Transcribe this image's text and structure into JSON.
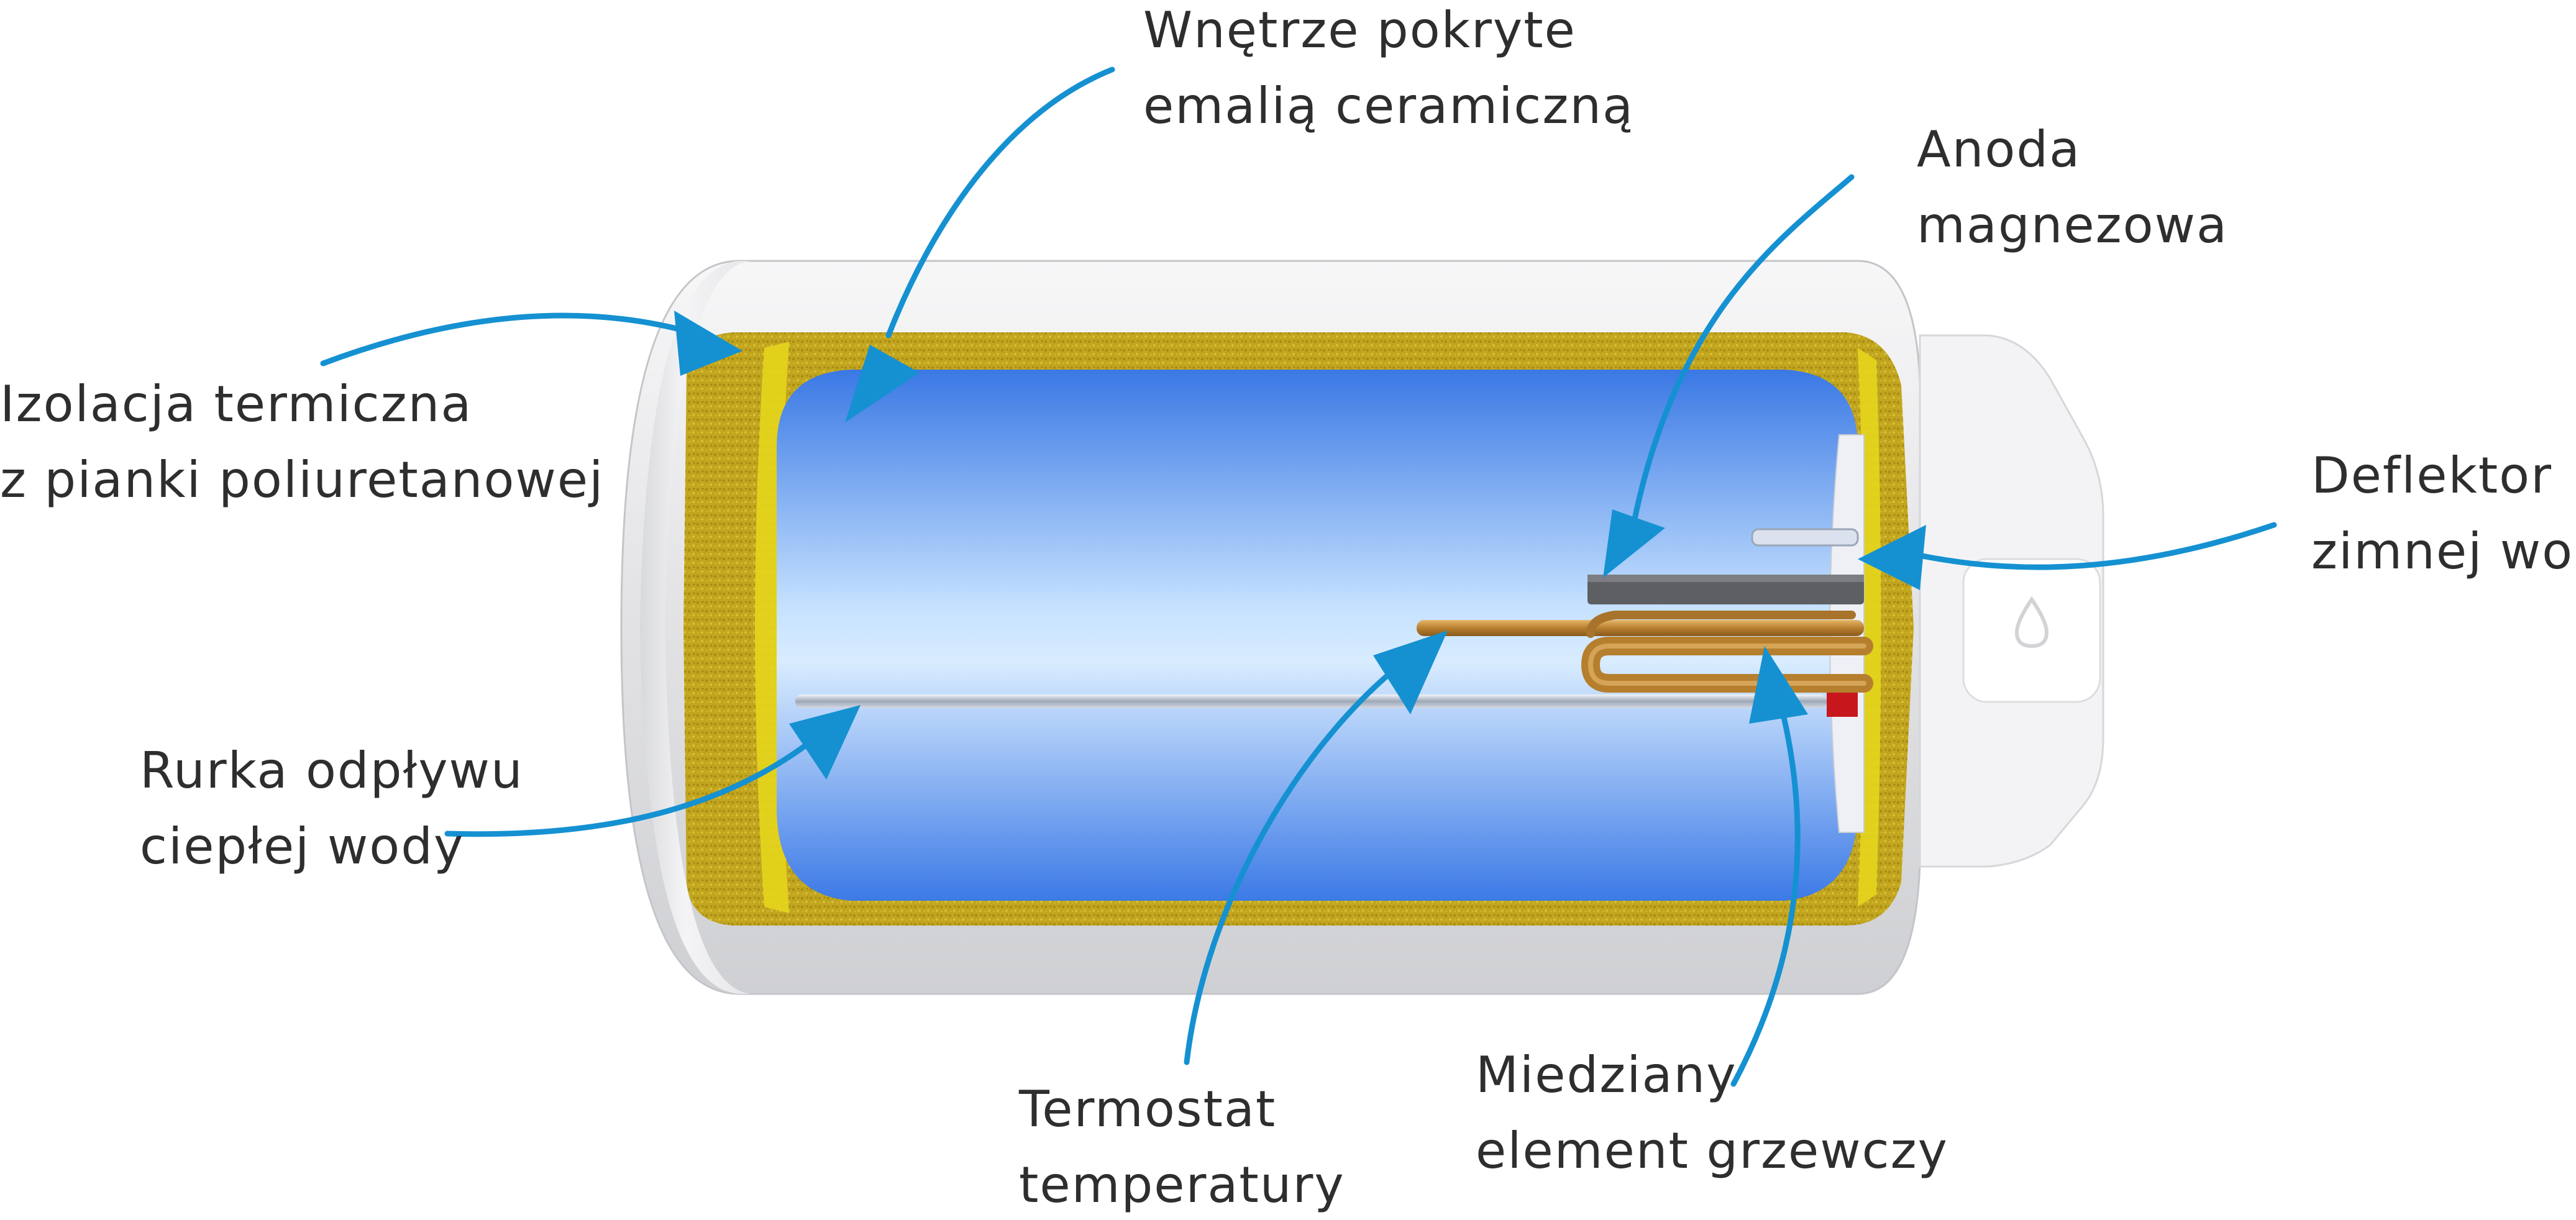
{
  "colors": {
    "arrow": "#1591d2",
    "casing": "#e9e9eb",
    "insulation": "#c9ae22",
    "insulation_edge": "#e8d81e",
    "water_top": "#3f7fe6",
    "water_mid": "#dbeeff",
    "text": "#2e2e2e",
    "anode": "#5d5f63",
    "copper": "#c08a3a",
    "thermostat_tip": "#c8171c"
  },
  "icons": [
    "water-drop-icon"
  ],
  "labels": {
    "enamel": {
      "line1": "Wnętrze pokryte",
      "line2": "emalią ceramiczną"
    },
    "insulation": {
      "line1": "Izolacja termiczna",
      "line2": "z pianki poliuretanowej"
    },
    "anode": {
      "line1": "Anoda",
      "line2": "magnezowa"
    },
    "deflector": {
      "line1": "Deflektor",
      "line2": "zimnej wody"
    },
    "hot_pipe": {
      "line1": "Rurka odpływu",
      "line2": "ciepłej wody"
    },
    "thermostat": {
      "line1": "Termostat",
      "line2": "temperatury"
    },
    "heater": {
      "line1": "Miedziany",
      "line2": "element grzewczy"
    }
  }
}
